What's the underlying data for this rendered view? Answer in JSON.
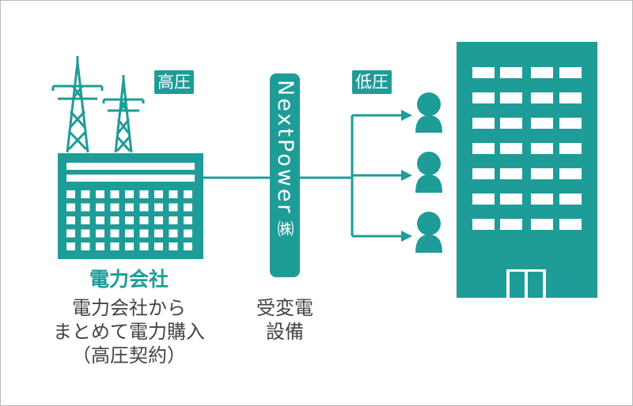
{
  "colors": {
    "teal": "#1e9c98",
    "text": "#444444",
    "window": "#ffffff"
  },
  "badges": {
    "high_voltage": "高圧",
    "low_voltage": "低圧"
  },
  "vertical_bar": {
    "text": "NextPower",
    "corp_mark": "㈱"
  },
  "power_company": {
    "title": "電力会社",
    "description_lines": [
      "電力会社から",
      "まとめて電力購入",
      "（高圧契約）"
    ]
  },
  "substation": {
    "lines": [
      "受変電",
      "設備"
    ]
  },
  "icons": {
    "tower": "transmission-tower-icon",
    "factory": "power-company-building-icon",
    "person": "person-icon",
    "apartment": "apartment-building-icon",
    "arrow": "arrow-icon"
  }
}
